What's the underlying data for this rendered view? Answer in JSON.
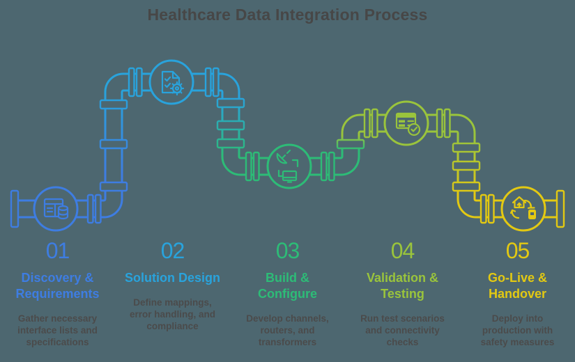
{
  "title": "Healthcare Data Integration Process",
  "background_color": "#4d6770",
  "heading_color": "#474747",
  "body_text_color": "#4b4b4b",
  "steps": [
    {
      "number": "01",
      "title": "Discovery &\nRequirements",
      "description": "Gather necessary\ninterface lists and\nspecifications",
      "color": "#3e7de2",
      "icon": "database-table-icon"
    },
    {
      "number": "02",
      "title": "Solution Design",
      "description": "Define mappings,\nerror handling, and\ncompliance",
      "color": "#29a3dc",
      "icon": "document-checklist-gear-icon"
    },
    {
      "number": "03",
      "title": "Build &\nConfigure",
      "description": "Develop channels,\nrouters, and\ntransformers",
      "color": "#2dbc77",
      "icon": "satellite-data-transfer-icon"
    },
    {
      "number": "04",
      "title": "Validation &\nTesting",
      "description": "Run test scenarios\nand connectivity\nchecks",
      "color": "#9ac43c",
      "icon": "table-check-icon"
    },
    {
      "number": "05",
      "title": "Go-Live &\nHandover",
      "description": "Deploy into\nproduction with\nsafety measures",
      "color": "#e3c912",
      "icon": "go-live-sync-icon"
    }
  ]
}
